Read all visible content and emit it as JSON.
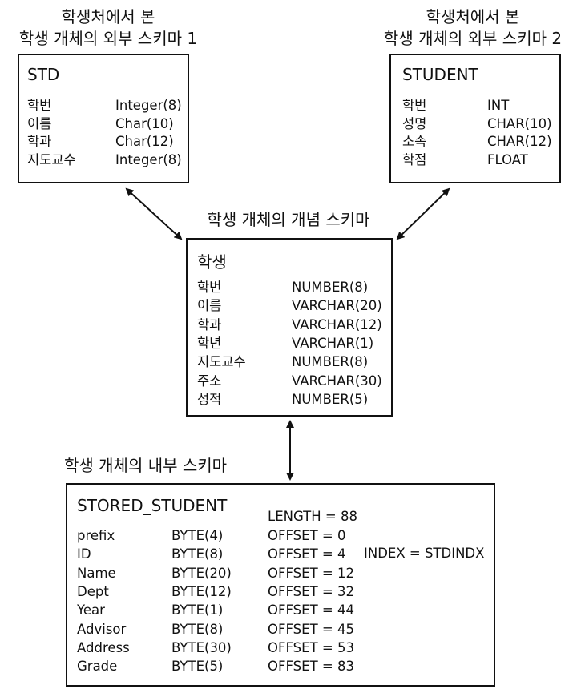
{
  "ext1": {
    "caption_line1": "학생처에서 본",
    "caption_line2": "학생 개체의 외부 스키마 1",
    "title": "STD",
    "rows": [
      {
        "field": "학번",
        "type": "Integer(8)"
      },
      {
        "field": "이름",
        "type": "Char(10)"
      },
      {
        "field": "학과",
        "type": "Char(12)"
      },
      {
        "field": "지도교수",
        "type": "Integer(8)"
      }
    ]
  },
  "ext2": {
    "caption_line1": "학생처에서 본",
    "caption_line2": "학생 개체의 외부 스키마 2",
    "title": "STUDENT",
    "rows": [
      {
        "field": "학번",
        "type": "INT"
      },
      {
        "field": "성명",
        "type": "CHAR(10)"
      },
      {
        "field": "소속",
        "type": "CHAR(12)"
      },
      {
        "field": "학점",
        "type": "FLOAT"
      }
    ]
  },
  "concept": {
    "caption": "학생 개체의 개념 스키마",
    "title": "학생",
    "rows": [
      {
        "field": "학번",
        "type": "NUMBER(8)"
      },
      {
        "field": "이름",
        "type": "VARCHAR(20)"
      },
      {
        "field": "학과",
        "type": "VARCHAR(12)"
      },
      {
        "field": "학년",
        "type": "VARCHAR(1)"
      },
      {
        "field": "지도교수",
        "type": "NUMBER(8)"
      },
      {
        "field": "주소",
        "type": "VARCHAR(30)"
      },
      {
        "field": "성적",
        "type": "NUMBER(5)"
      }
    ]
  },
  "internal": {
    "caption": "학생 개체의 내부 스키마",
    "title": "STORED_STUDENT",
    "length": "LENGTH = 88",
    "index": "INDEX = STDINDX",
    "rows": [
      {
        "field": "prefix",
        "type": "BYTE(4)",
        "offset": "OFFSET = 0"
      },
      {
        "field": "ID",
        "type": "BYTE(8)",
        "offset": "OFFSET = 4"
      },
      {
        "field": "Name",
        "type": "BYTE(20)",
        "offset": "OFFSET = 12"
      },
      {
        "field": "Dept",
        "type": "BYTE(12)",
        "offset": "OFFSET = 32"
      },
      {
        "field": "Year",
        "type": "BYTE(1)",
        "offset": "OFFSET = 44"
      },
      {
        "field": "Advisor",
        "type": "BYTE(8)",
        "offset": "OFFSET = 45"
      },
      {
        "field": "Address",
        "type": "BYTE(30)",
        "offset": "OFFSET = 53"
      },
      {
        "field": "Grade",
        "type": "BYTE(5)",
        "offset": "OFFSET = 83"
      }
    ]
  }
}
